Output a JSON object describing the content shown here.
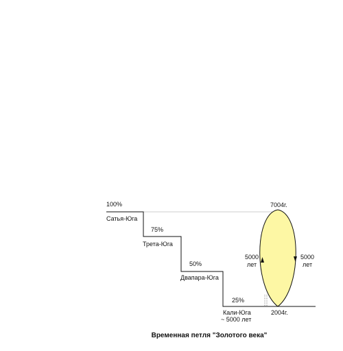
{
  "levels": [
    {
      "pct": "100%",
      "name": "Сатья-Юга"
    },
    {
      "pct": "75%",
      "name": "Трета-Юга"
    },
    {
      "pct": "50%",
      "name": "Двапара-Юга"
    },
    {
      "pct": "25%",
      "name": "Кали-Юга",
      "note": "~ 5000 лет"
    }
  ],
  "loop": {
    "top_year": "7004г.",
    "bottom_year": "2004г.",
    "left_duration": [
      "5000",
      "лет"
    ],
    "right_duration": [
      "5000",
      "лет"
    ],
    "fill_color": "#fdf7a4"
  },
  "caption": "Временная петля \"Золотого века\""
}
